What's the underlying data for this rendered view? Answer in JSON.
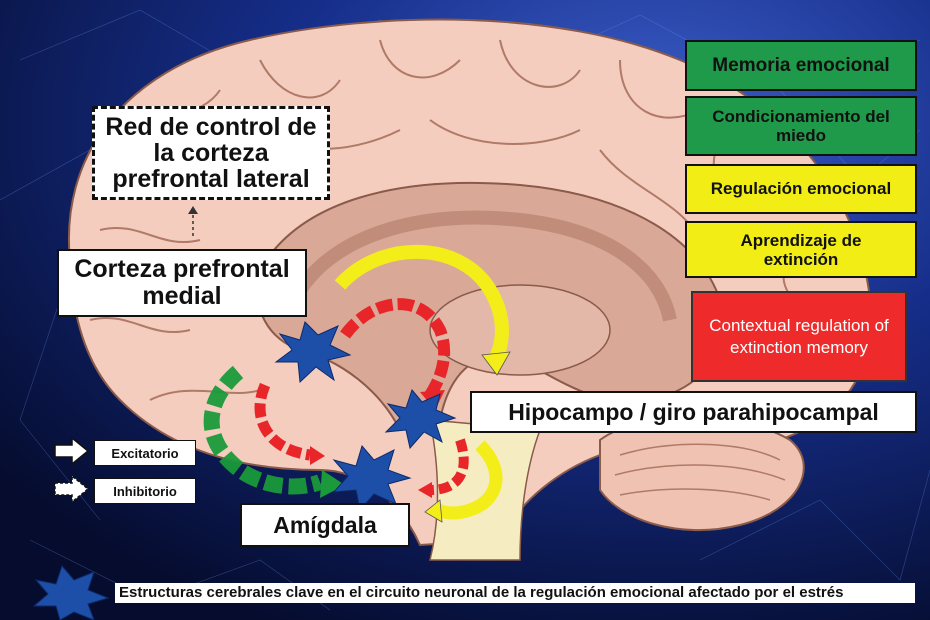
{
  "labels": {
    "red_control": "Red de control de la corteza prefrontal lateral",
    "cpfm": "Corteza prefrontal medial",
    "hipocampo": "Hipocampo / giro parahipocampal",
    "amigdala": "Amígdala"
  },
  "functions": [
    {
      "text": "Memoria emocional",
      "color": "#1f9a4a"
    },
    {
      "text": "Condicionamiento del miedo",
      "color": "#1f9a4a"
    },
    {
      "text": "Regulación emocional",
      "color": "#f2ee15"
    },
    {
      "text": "Aprendizaje de extinción",
      "color": "#f2ee15"
    },
    {
      "text": "Contextual regulation of extinction memory",
      "color": "#ee2a2a"
    }
  ],
  "legend": {
    "excitatorio": "Excitatorio",
    "inhibitorio": "Inhibitorio"
  },
  "caption": "Estructuras cerebrales clave en el circuito neuronal de la regulación emocional afectado por el estrés",
  "colors": {
    "green_arrow": "#1a9a3a",
    "yellow_arrow": "#f3ee1a",
    "red_arrow": "#e8262a",
    "star": "#1e4fa8",
    "brain": "#f4cdbf"
  }
}
